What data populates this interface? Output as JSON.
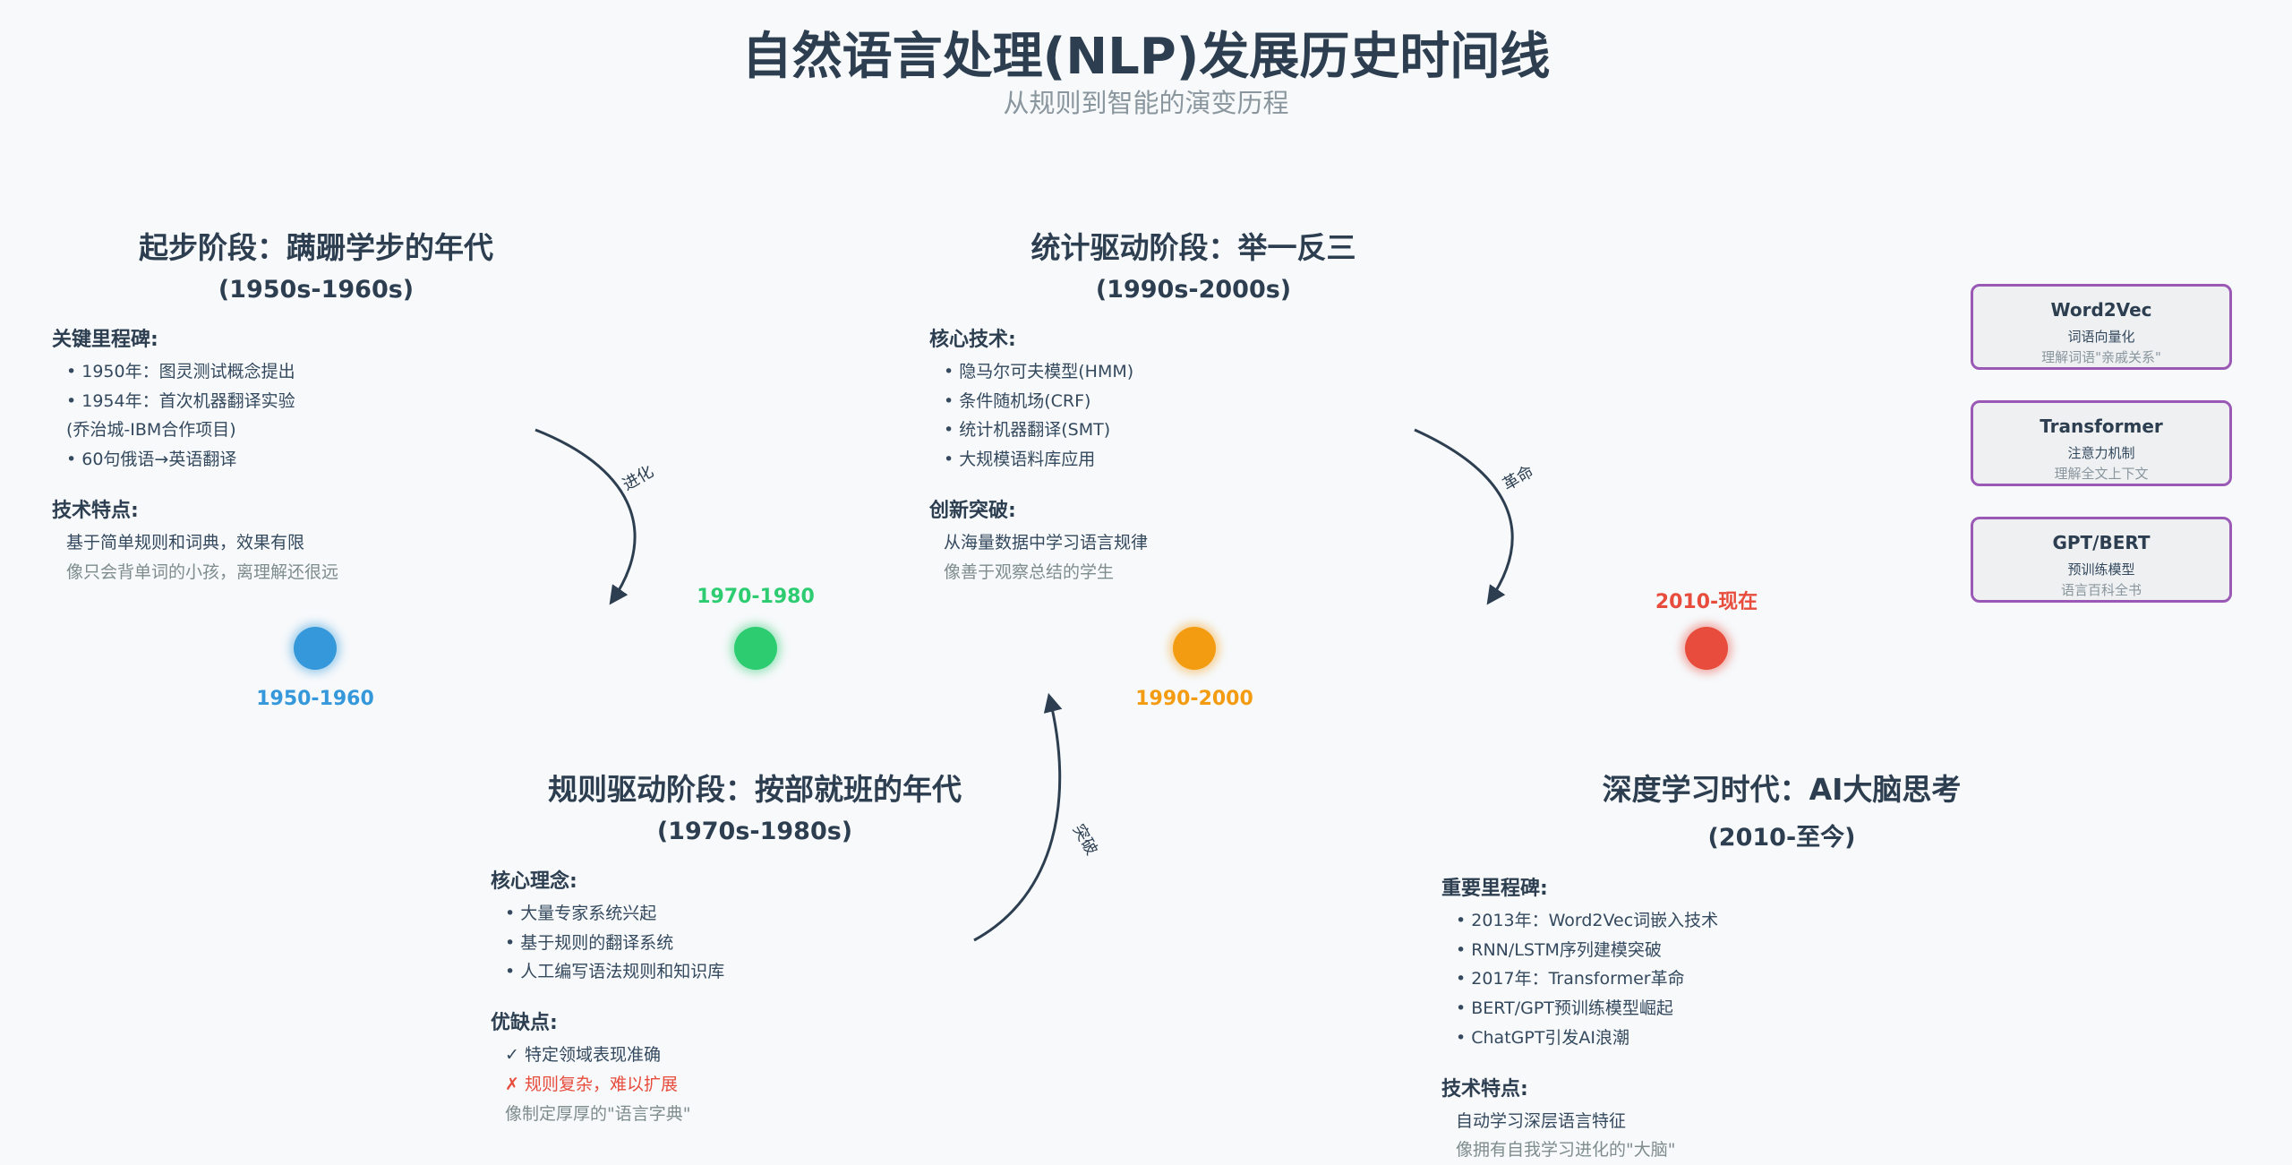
{
  "header": {
    "title": "自然语言处理(NLP)发展历史时间线",
    "subtitle": "从规则到智能的演变历程"
  },
  "colors": {
    "stage1": "#3498db",
    "stage2": "#2ecc71",
    "stage3": "#f39c12",
    "stage4": "#e74c3c",
    "card_border": "#9b59b6",
    "text": "#2c3e50"
  },
  "timeline": [
    {
      "label": "1950-1960",
      "color": "#3498db"
    },
    {
      "label": "1970-1980",
      "color": "#2ecc71"
    },
    {
      "label": "1990-2000",
      "color": "#f39c12"
    },
    {
      "label": "2010-现在",
      "color": "#e74c3c"
    }
  ],
  "stage1": {
    "title": "起步阶段：蹒跚学步的年代",
    "period": "(1950s-1960s)",
    "sec1": "关键里程碑:",
    "items1": [
      "• 1950年：图灵测试概念提出",
      "• 1954年：首次机器翻译实验",
      "(乔治城-IBM合作项目)",
      "• 60句俄语→英语翻译"
    ],
    "sec2": "技术特点:",
    "desc": "基于简单规则和词典，效果有限",
    "note": "像只会背单词的小孩，离理解还很远"
  },
  "stage2": {
    "title": "规则驱动阶段：按部就班的年代",
    "period": "(1970s-1980s)",
    "sec1": "核心理念:",
    "items1": [
      "• 大量专家系统兴起",
      "• 基于规则的翻译系统",
      "• 人工编写语法规则和知识库"
    ],
    "sec2": "优缺点:",
    "pro": "✓ 特定领域表现准确",
    "con": "✗ 规则复杂，难以扩展",
    "note": "像制定厚厚的\"语言字典\""
  },
  "stage3": {
    "title": "统计驱动阶段：举一反三",
    "period": "(1990s-2000s)",
    "sec1": "核心技术:",
    "items1": [
      "• 隐马尔可夫模型(HMM)",
      "• 条件随机场(CRF)",
      "• 统计机器翻译(SMT)",
      "• 大规模语料库应用"
    ],
    "sec2": "创新突破:",
    "desc": "从海量数据中学习语言规律",
    "note": "像善于观察总结的学生"
  },
  "stage4": {
    "title": "深度学习时代：AI大脑思考",
    "period": "(2010-至今)",
    "sec1": "重要里程碑:",
    "items1": [
      "• 2013年：Word2Vec词嵌入技术",
      "• RNN/LSTM序列建模突破",
      "• 2017年：Transformer革命",
      "• BERT/GPT预训练模型崛起",
      "• ChatGPT引发AI浪潮"
    ],
    "sec2": "技术特点:",
    "desc": "自动学习深层语言特征",
    "note": "像拥有自我学习进化的\"大脑\""
  },
  "arrows": {
    "a1": "进化",
    "a2": "突破",
    "a3": "革命"
  },
  "cards": [
    {
      "name": "Word2Vec",
      "desc": "词语向量化",
      "sub": "理解词语\"亲戚关系\""
    },
    {
      "name": "Transformer",
      "desc": "注意力机制",
      "sub": "理解全文上下文"
    },
    {
      "name": "GPT/BERT",
      "desc": "预训练模型",
      "sub": "语言百科全书"
    }
  ]
}
